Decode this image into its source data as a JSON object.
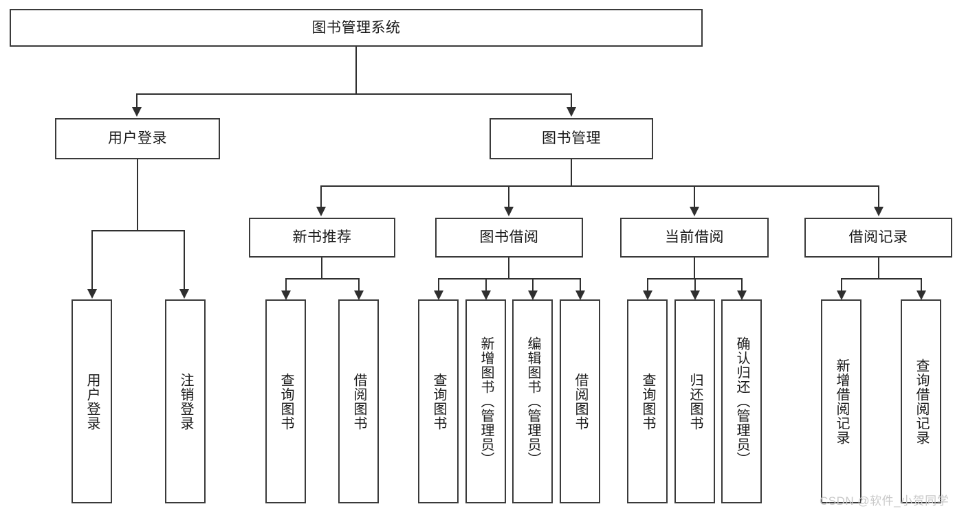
{
  "diagram": {
    "type": "tree-hierarchy-chart",
    "title": "图书管理系统",
    "root": {
      "label": "图书管理系统"
    },
    "level2": [
      {
        "label": "用户登录"
      },
      {
        "label": "图书管理"
      }
    ],
    "level3": [
      {
        "label": "新书推荐"
      },
      {
        "label": "图书借阅"
      },
      {
        "label": "当前借阅"
      },
      {
        "label": "借阅记录"
      }
    ],
    "leaves": {
      "user_login": [
        {
          "label": "用户登录"
        },
        {
          "label": "注销登录"
        }
      ],
      "new_book_recommend": [
        {
          "label": "查询图书"
        },
        {
          "label": "借阅图书"
        }
      ],
      "book_borrow": [
        {
          "label": "查询图书"
        },
        {
          "label": "新增图书（管理员）"
        },
        {
          "label": "编辑图书（管理员）"
        },
        {
          "label": "借阅图书"
        }
      ],
      "current_borrow": [
        {
          "label": "查询图书"
        },
        {
          "label": "归还图书"
        },
        {
          "label": "确认归还（管理员）"
        }
      ],
      "borrow_record": [
        {
          "label": "新增借阅记录"
        },
        {
          "label": "查询借阅记录"
        }
      ]
    },
    "watermark": "CSDN @软件_小贺同学",
    "colors": {
      "box_border": "#3a3a3a",
      "edge": "#2f2f2f",
      "background": "#ffffff",
      "text": "#1a1a1a",
      "watermark": "#c9c9c9"
    }
  }
}
